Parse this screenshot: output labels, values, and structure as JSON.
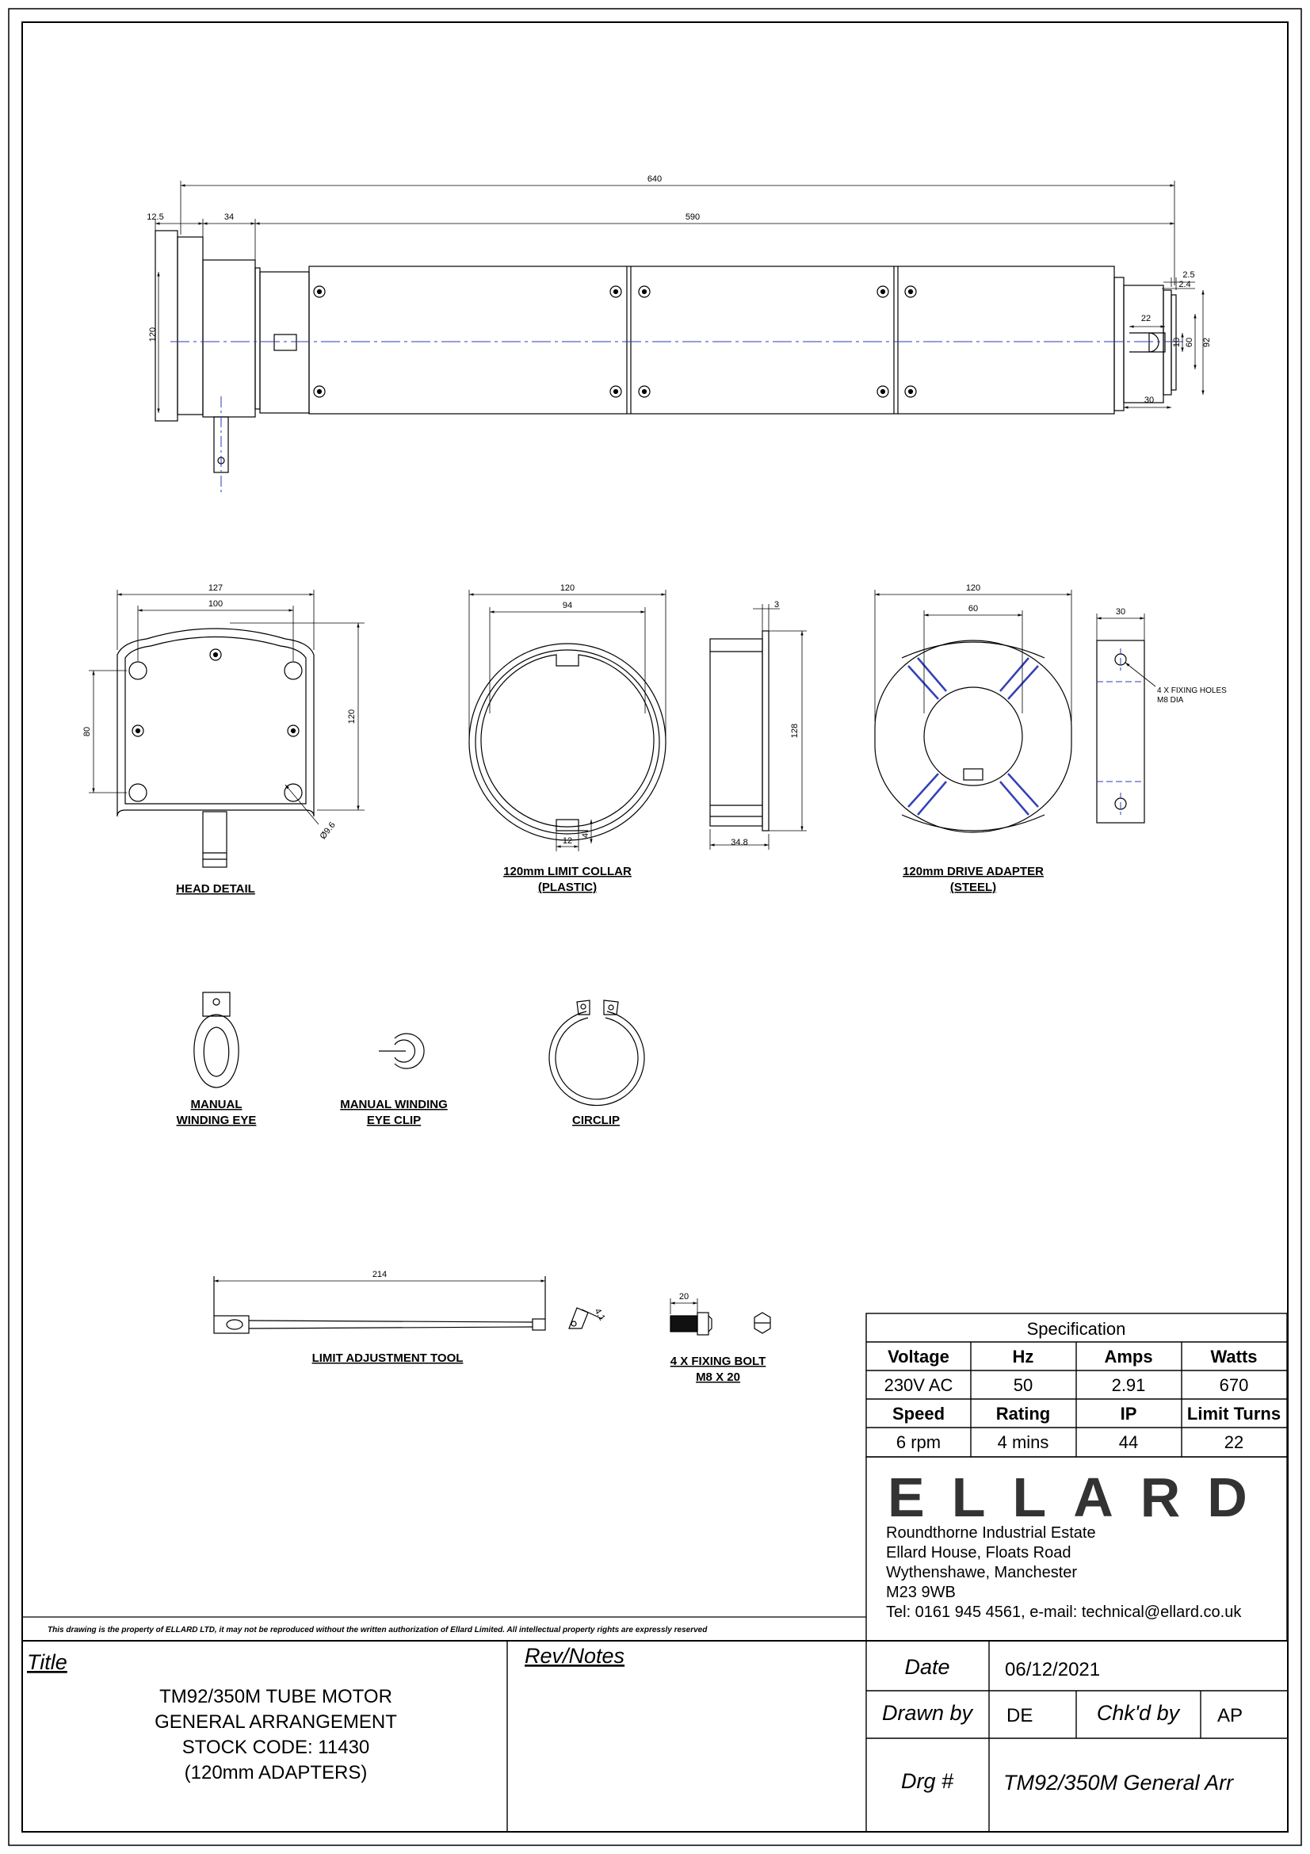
{
  "dimensions": {
    "overall_length": "640",
    "flange": "12.5",
    "head": "34",
    "tube_length": "590",
    "diameter": "120",
    "end_2_5": "2.5",
    "end_2_4": "2.4",
    "pin_22": "22",
    "d10": "10",
    "d60_end": "60",
    "d92": "92",
    "end_30": "30",
    "head_127": "127",
    "head_100": "100",
    "head_80": "80",
    "head_120": "120",
    "hole_dia": "Ø9.6",
    "collar_120": "120",
    "collar_94": "94",
    "collar_12": "12",
    "collar_4": "4",
    "collar_side_3": "3",
    "collar_side_128": "128",
    "collar_side_34_8": "34.8",
    "adapter_120": "120",
    "adapter_60": "60",
    "adapter_side_30": "30",
    "tool_214": "214",
    "tool_4_1": "4.1",
    "bolt_20": "20"
  },
  "notes": {
    "fixing_holes_1": "4 X FIXING HOLES",
    "fixing_holes_2": "M8 DIA"
  },
  "captions": {
    "head_detail": "HEAD DETAIL",
    "limit_collar_1": "120mm LIMIT COLLAR",
    "limit_collar_2": "(PLASTIC)",
    "drive_adapter_1": "120mm DRIVE ADAPTER",
    "drive_adapter_2": "(STEEL)",
    "winding_eye_1": "MANUAL",
    "winding_eye_2": "WINDING EYE",
    "eye_clip_1": "MANUAL WINDING",
    "eye_clip_2": "EYE CLIP",
    "circlip": "CIRCLIP",
    "limit_tool": "LIMIT ADJUSTMENT TOOL",
    "fixing_bolt_1": "4 X FIXING BOLT",
    "fixing_bolt_2": "M8 X 20"
  },
  "specification": {
    "title": "Specification",
    "headers_row1": [
      "Voltage",
      "Hz",
      "Amps",
      "Watts"
    ],
    "values_row1": [
      "230V AC",
      "50",
      "2.91",
      "670"
    ],
    "headers_row2": [
      "Speed",
      "Rating",
      "IP",
      "Limit Turns"
    ],
    "values_row2": [
      "6 rpm",
      "4 mins",
      "44",
      "22"
    ]
  },
  "company": {
    "logo_text": "ELLARD",
    "address": [
      "Roundthorne Industrial Estate",
      "Ellard House, Floats Road",
      "Wythenshawe, Manchester",
      "M23 9WB",
      "Tel: 0161 945 4561,  e-mail: technical@ellard.co.uk"
    ]
  },
  "disclaimer": "This drawing is the property of ELLARD LTD, it may not be reproduced without the written authorization of Ellard Limited. All intellectual property rights are expressly reserved",
  "title_block": {
    "title_label": "Title",
    "title_lines": [
      "TM92/350M TUBE MOTOR",
      "GENERAL ARRANGEMENT",
      "STOCK CODE: 11430",
      "(120mm ADAPTERS)"
    ],
    "rev_label": "Rev/Notes",
    "date_label": "Date",
    "date_value": "06/12/2021",
    "drawn_label": "Drawn by",
    "drawn_value": "DE",
    "checked_label": "Chk'd by",
    "checked_value": "AP",
    "drg_label": "Drg #",
    "drg_value": "TM92/350M General Arr"
  },
  "colors": {
    "line": "#000000",
    "centerline": "#2b3bb8",
    "adapter_spoke": "#3340b5"
  }
}
